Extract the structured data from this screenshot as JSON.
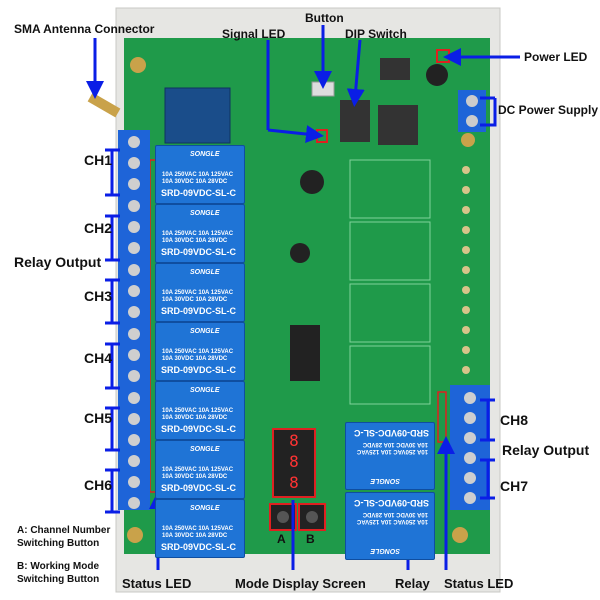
{
  "labels": {
    "sma_antenna": "SMA Antenna Connector",
    "signal_led": "Signal LED",
    "button": "Button",
    "dip_switch": "DIP Switch",
    "power_led": "Power LED",
    "dc_power": "DC Power Supply",
    "relay_output_left": "Relay Output",
    "relay_output_right": "Relay Output",
    "status_led_left": "Status LED",
    "status_led_right": "Status LED",
    "mode_display": "Mode Display Screen",
    "relay": "Relay",
    "button_a_desc": "A: Channel Number Switching Button",
    "button_b_desc": "B: Working Mode Switching Button",
    "button_a": "A",
    "button_b": "B"
  },
  "channels": [
    "CH1",
    "CH2",
    "CH3",
    "CH4",
    "CH5",
    "CH6",
    "CH7",
    "CH8"
  ],
  "relay_print": {
    "brand": "SONGLE",
    "spec1": "10A 250VAC 10A 125VAC",
    "spec2": "10A 30VDC 10A 28VDC",
    "model": "SRD-09VDC-SL-C"
  },
  "display_value": "8\n8\n8",
  "colors": {
    "arrow": "#0a1ee6",
    "pcb": "#1f9a4a",
    "relay": "#1f74d6",
    "terminal": "#1e64d8",
    "highlight": "#e02020"
  }
}
